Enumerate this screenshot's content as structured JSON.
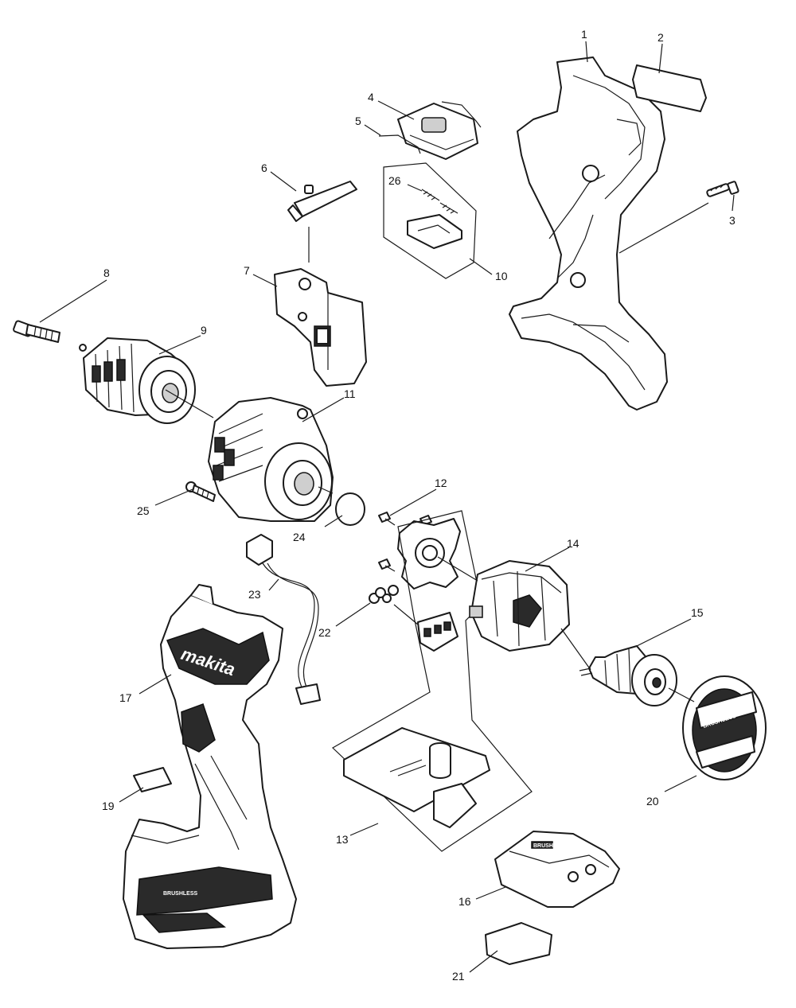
{
  "callouts": {
    "p1": "1",
    "p2": "2",
    "p3": "3",
    "p4": "4",
    "p5": "5",
    "p6": "6",
    "p7": "7",
    "p8": "8",
    "p9": "9",
    "p10": "10",
    "p11": "11",
    "p12": "12",
    "p13": "13",
    "p14": "14",
    "p15": "15",
    "p16": "16",
    "p17": "17",
    "p19": "19",
    "p20": "20",
    "p21": "21",
    "p22": "22",
    "p23": "23",
    "p24": "24",
    "p25": "25",
    "p26": "26"
  },
  "markings": {
    "brand_logo": "makita",
    "motor_cover_text": "BRUSHLESS",
    "battery_mount_text": "BRUSHLESS"
  }
}
